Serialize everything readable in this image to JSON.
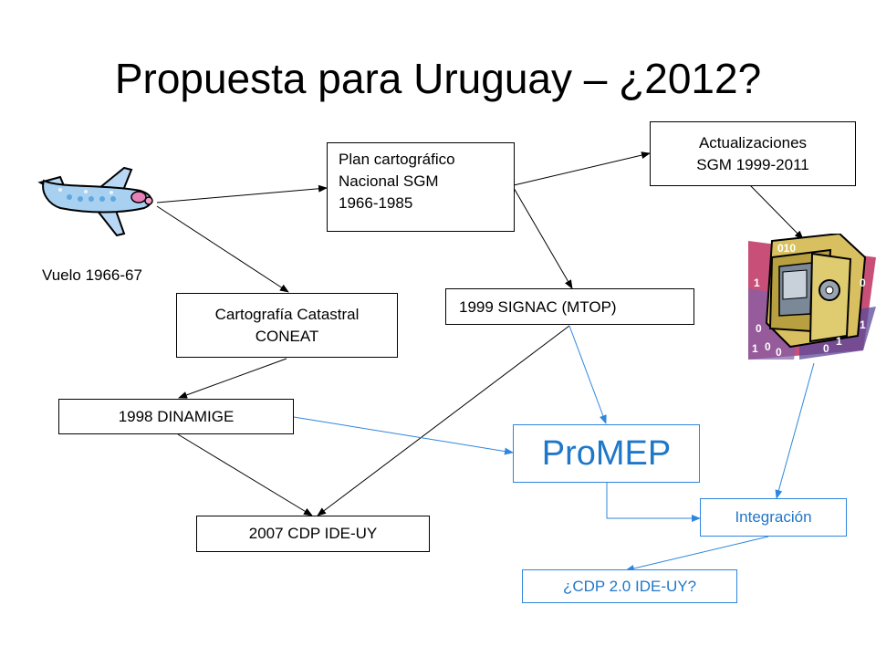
{
  "title": "Propuesta para Uruguay – ¿2012?",
  "nodes": {
    "vuelo": "Vuelo 1966-67",
    "plan": [
      "Plan cartográfico",
      "Nacional SGM",
      "1966-1985"
    ],
    "actualizaciones": [
      "Actualizaciones",
      "SGM 1999-2011"
    ],
    "catastral": [
      "Cartografía Catastral",
      "CONEAT"
    ],
    "signac": "1999 SIGNAC (MTOP)",
    "dinamige": "1998 DINAMIGE",
    "promep": "ProMEP",
    "integracion": "Integración",
    "cdp": "2007 CDP IDE-UY",
    "cdp2": "¿CDP 2.0 IDE-UY?"
  },
  "colors": {
    "black_links": "#000000",
    "blue_links": "#2e86de",
    "blue_text": "#1f77c9"
  },
  "icons": {
    "plane": "airplane-icon",
    "safe": "data-safe-icon"
  },
  "safe_digits": [
    "010",
    "1",
    "0",
    "0",
    "1",
    "0",
    "0",
    "0",
    "1",
    "1"
  ]
}
